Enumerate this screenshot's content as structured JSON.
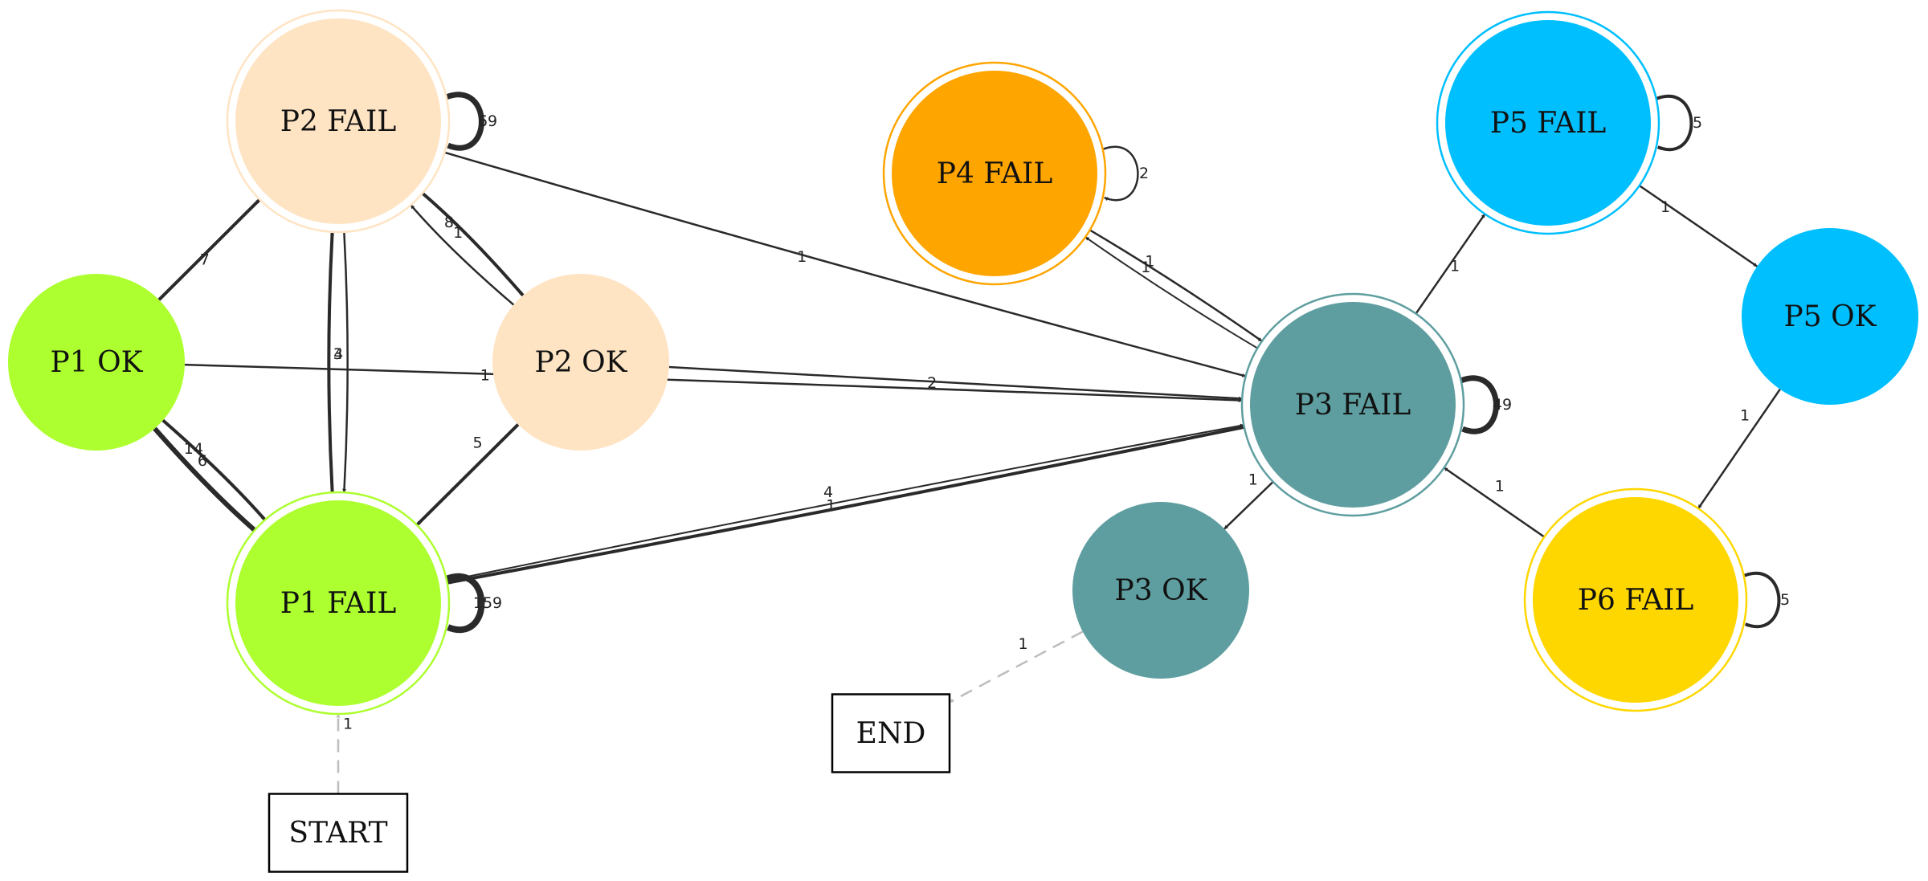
{
  "nodes": [
    {
      "id": "p1ok",
      "label": "P1 OK",
      "shape": "circle",
      "fill": "#adff2f",
      "border": null
    },
    {
      "id": "p2fail",
      "label": "P2 FAIL",
      "shape": "doublecircle",
      "fill": "#ffe4c4",
      "border": "#ffe4c4"
    },
    {
      "id": "p2ok",
      "label": "P2 OK",
      "shape": "circle",
      "fill": "#ffe4c4",
      "border": null
    },
    {
      "id": "p1fail",
      "label": "P1 FAIL",
      "shape": "doublecircle",
      "fill": "#adff2f",
      "border": "#adff2f"
    },
    {
      "id": "p4fail",
      "label": "P4 FAIL",
      "shape": "doublecircle",
      "fill": "#ffa500",
      "border": "#ffa500"
    },
    {
      "id": "p3fail",
      "label": "P3 FAIL",
      "shape": "doublecircle",
      "fill": "#5f9ea0",
      "border": "#5f9ea0"
    },
    {
      "id": "p3ok",
      "label": "P3 OK",
      "shape": "circle",
      "fill": "#5f9ea0",
      "border": null
    },
    {
      "id": "p5fail",
      "label": "P5 FAIL",
      "shape": "doublecircle",
      "fill": "#00bfff",
      "border": "#00bfff"
    },
    {
      "id": "p5ok",
      "label": "P5 OK",
      "shape": "circle",
      "fill": "#00bfff",
      "border": null
    },
    {
      "id": "p6fail",
      "label": "P6 FAIL",
      "shape": "doublecircle",
      "fill": "#ffd700",
      "border": "#ffd700"
    },
    {
      "id": "start",
      "label": "START",
      "shape": "box",
      "fill": "#ffffff",
      "border": "#000000"
    },
    {
      "id": "end",
      "label": "END",
      "shape": "box",
      "fill": "#ffffff",
      "border": "#000000"
    }
  ],
  "edges": [
    {
      "from": "p1ok",
      "to": "p2fail",
      "label": "7"
    },
    {
      "from": "p1ok",
      "to": "p1fail",
      "label": "6"
    },
    {
      "from": "p1ok",
      "to": "p3fail",
      "label": "1"
    },
    {
      "from": "p2fail",
      "to": "p2fail",
      "label": "69"
    },
    {
      "from": "p2fail",
      "to": "p2ok",
      "label": "8"
    },
    {
      "from": "p2fail",
      "to": "p1fail",
      "label": "3"
    },
    {
      "from": "p2fail",
      "to": "p3fail",
      "label": "1"
    },
    {
      "from": "p2ok",
      "to": "p2fail",
      "label": "1"
    },
    {
      "from": "p2ok",
      "to": "p1fail",
      "label": "5"
    },
    {
      "from": "p2ok",
      "to": "p3fail",
      "label": "2"
    },
    {
      "from": "p1fail",
      "to": "p1ok",
      "label": "14"
    },
    {
      "from": "p1fail",
      "to": "p2fail",
      "label": "4"
    },
    {
      "from": "p1fail",
      "to": "p1fail",
      "label": "159"
    },
    {
      "from": "p1fail",
      "to": "p3fail",
      "label": "1"
    },
    {
      "from": "p3fail",
      "to": "p1fail",
      "label": "4"
    },
    {
      "from": "p4fail",
      "to": "p4fail",
      "label": "2"
    },
    {
      "from": "p4fail",
      "to": "p3fail",
      "label": "1"
    },
    {
      "from": "p3fail",
      "to": "p4fail",
      "label": "1"
    },
    {
      "from": "p3fail",
      "to": "p3fail",
      "label": "49"
    },
    {
      "from": "p3fail",
      "to": "p5fail",
      "label": "1"
    },
    {
      "from": "p3fail",
      "to": "p3ok",
      "label": "1"
    },
    {
      "from": "p5fail",
      "to": "p5fail",
      "label": "5"
    },
    {
      "from": "p5fail",
      "to": "p5ok",
      "label": "1"
    },
    {
      "from": "p5ok",
      "to": "p6fail",
      "label": "1"
    },
    {
      "from": "p6fail",
      "to": "p3fail",
      "label": "1"
    },
    {
      "from": "p6fail",
      "to": "p6fail",
      "label": "5"
    },
    {
      "from": "p3ok",
      "to": "end",
      "label": "1",
      "style": "dashed"
    },
    {
      "from": "start",
      "to": "p1fail",
      "label": "1",
      "style": "dashed"
    }
  ]
}
